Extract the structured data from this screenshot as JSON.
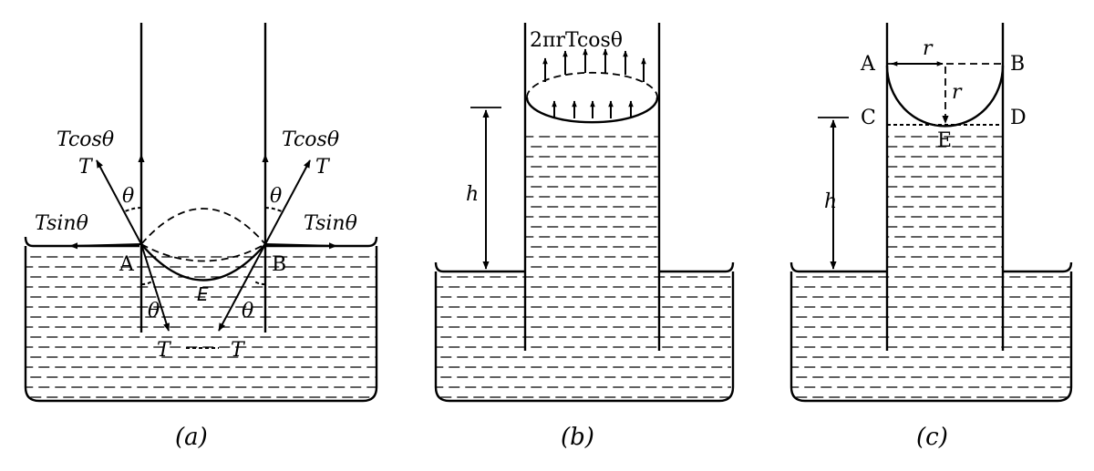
{
  "panel_a": {
    "caption": "(a)",
    "tcos_left": "Tcosθ",
    "t_left": "T",
    "theta_left_top": "θ",
    "tsin_left": "Tsinθ",
    "point_a": "A",
    "theta_left_bottom": "θ",
    "t_bottom_left": "T",
    "tcos_right": "Tcosθ",
    "t_right": "T",
    "theta_right_top": "θ",
    "tsin_right": "Tsinθ",
    "point_b": "B",
    "point_e": "E",
    "theta_right_bottom": "θ",
    "t_bottom_right": "T"
  },
  "panel_b": {
    "caption": "(b)",
    "force_label": "2πrTcosθ",
    "height_label": "h"
  },
  "panel_c": {
    "caption": "(c)",
    "point_a": "A",
    "point_b": "B",
    "point_c": "C",
    "point_d": "D",
    "point_e": "E",
    "radius_top": "r",
    "radius_vertical": "r",
    "height_label": "h"
  }
}
